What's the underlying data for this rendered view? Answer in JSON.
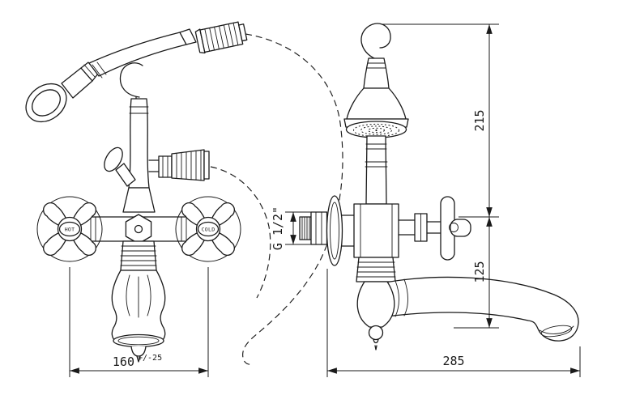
{
  "colors": {
    "line": "#1a1a1a",
    "bg": "#ffffff"
  },
  "drawing": {
    "front_view": {
      "hot_label": "HOT",
      "cold_label": "COLD",
      "center_distance": "160",
      "center_distance_tolerance": "+/-25"
    },
    "side_view": {
      "thread_label": "G 1/2\"",
      "height_upper": "215",
      "height_lower": "125",
      "spout_reach": "285"
    }
  }
}
